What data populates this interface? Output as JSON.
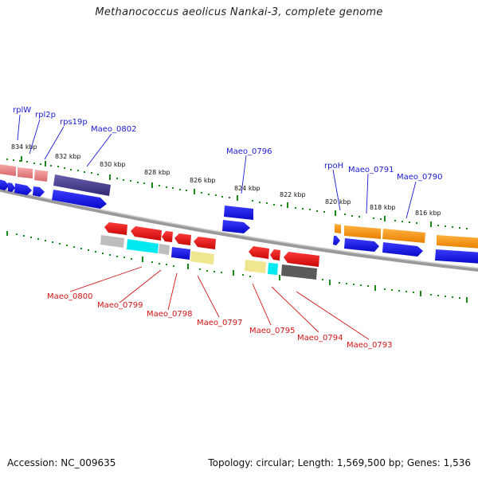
{
  "header": {
    "title": "Methanococcus aeolicus Nankai-3, complete genome"
  },
  "footer": {
    "accession": "Accession: NC_009635",
    "stats": "Topology: circular; Length: 1,569,500 bp; Genes: 1,536"
  },
  "genome_map": {
    "scale_labels": [
      "834 kbp",
      "832 kbp",
      "830 kbp",
      "828 kbp",
      "826 kbp",
      "824 kbp",
      "822 kbp",
      "820 kbp",
      "818 kbp",
      "816 kbp"
    ],
    "forward_gene_labels": [
      "rplW",
      "rpl2p",
      "rps19p",
      "Maeo_0802",
      "Maeo_0796",
      "rpoH",
      "Maeo_0791",
      "Maeo_0790"
    ],
    "reverse_gene_labels": [
      "Maeo_0800",
      "Maeo_0799",
      "Maeo_0798",
      "Maeo_0797",
      "Maeo_0795",
      "Maeo_0794",
      "Maeo_0793"
    ],
    "colors": {
      "backbone": "#8c8c8c",
      "forward_gene": "#0b0bf0",
      "reverse_gene": "#ee1111",
      "tick": "#1a8a1a",
      "operon_orange": "#ff9a10",
      "operon_purple": "#4a3f8f",
      "operon_pink": "#f0888a",
      "cyan": "#00e8f0",
      "yellow": "#f0e690",
      "gray": "#bdbdbd",
      "dark_gray": "#5a5a5a"
    }
  }
}
